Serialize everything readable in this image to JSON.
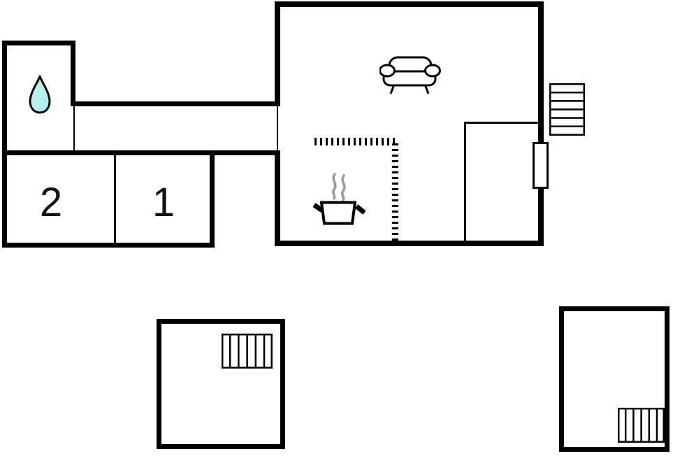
{
  "title": "Holiday home floor plan",
  "rooms": [
    {
      "id": "bedroom-2",
      "label": "2"
    },
    {
      "id": "bedroom-1",
      "label": "1"
    }
  ],
  "icons": {
    "water_drop": "water-drop-icon (bathroom)",
    "sofa": "sofa-icon (living room)",
    "cooking_pot": "cooking-pot-icon (kitchen)",
    "stairs_entrance": "stairs-icon (outside entrance)",
    "stairs_outbuilding_left": "stairs-icon (left outbuilding)",
    "stairs_outbuilding_right": "stairs-icon (right outbuilding)",
    "door": "door-rectangle (entrance door)"
  },
  "colors": {
    "wall": "#000000",
    "background": "#ffffff",
    "water_drop_fill": "#b3f1f1",
    "steam": "#999999"
  }
}
